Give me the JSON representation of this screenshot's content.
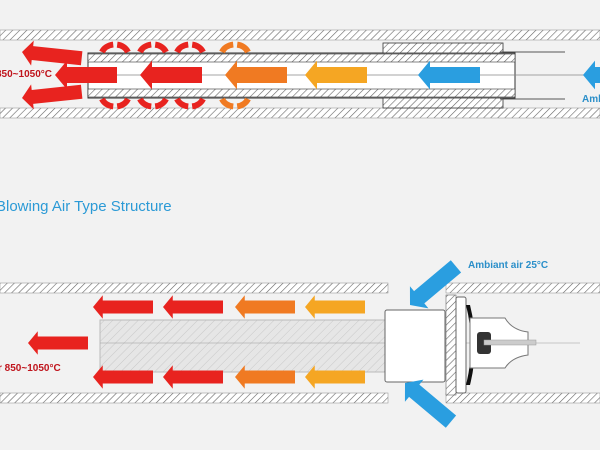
{
  "top_diagram": {
    "outlet_label": "850~1050°C",
    "inlet_label": "Amb"
  },
  "section_title": "Blowing Air Type Structure",
  "bottom_diagram": {
    "inlet_label": "Ambiant air 25°C",
    "outlet_label": "r 850~1050°C"
  },
  "colors": {
    "red": "#e8231f",
    "orange": "#f07a22",
    "amber": "#f5a623",
    "blue": "#2a9ee0",
    "title": "#2b9ad6"
  }
}
